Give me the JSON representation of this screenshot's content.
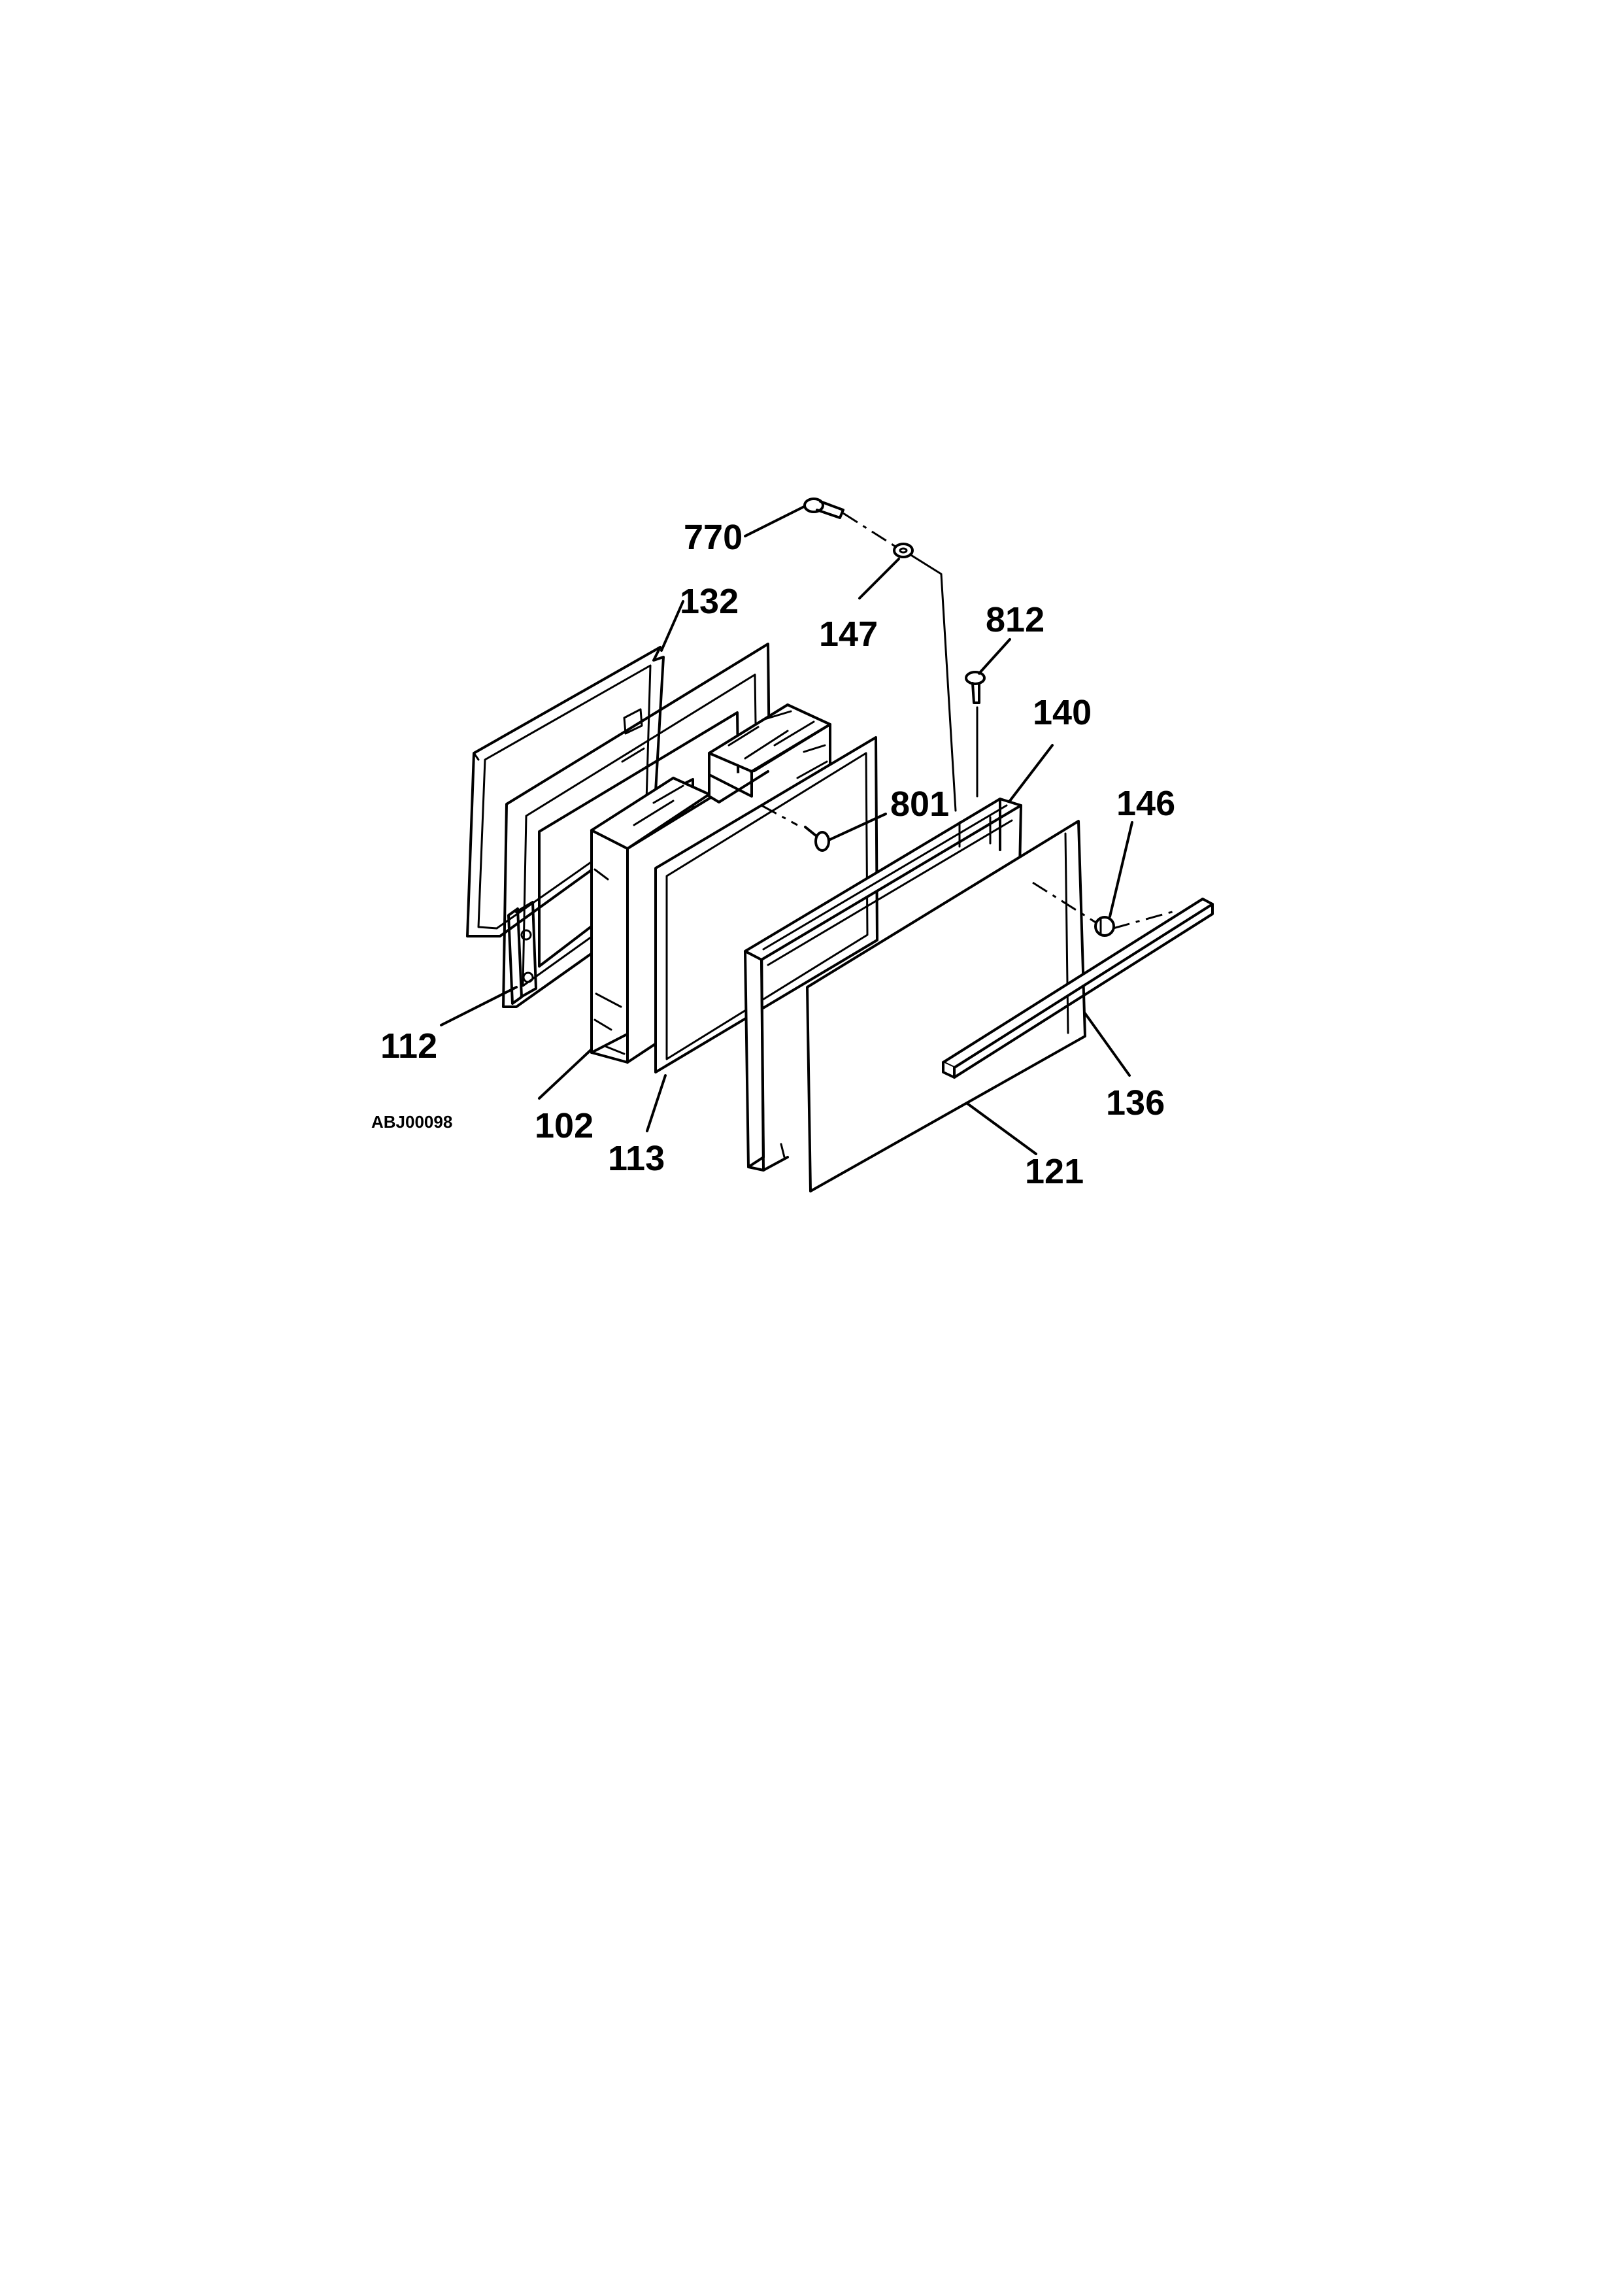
{
  "diagram": {
    "code": "ABJ00098",
    "callouts": [
      {
        "id": "770",
        "label": "770"
      },
      {
        "id": "132",
        "label": "132"
      },
      {
        "id": "147",
        "label": "147"
      },
      {
        "id": "812",
        "label": "812"
      },
      {
        "id": "140",
        "label": "140"
      },
      {
        "id": "801",
        "label": "801"
      },
      {
        "id": "146",
        "label": "146"
      },
      {
        "id": "112",
        "label": "112"
      },
      {
        "id": "136",
        "label": "136"
      },
      {
        "id": "102",
        "label": "102"
      },
      {
        "id": "113",
        "label": "113"
      },
      {
        "id": "121",
        "label": "121"
      }
    ]
  }
}
